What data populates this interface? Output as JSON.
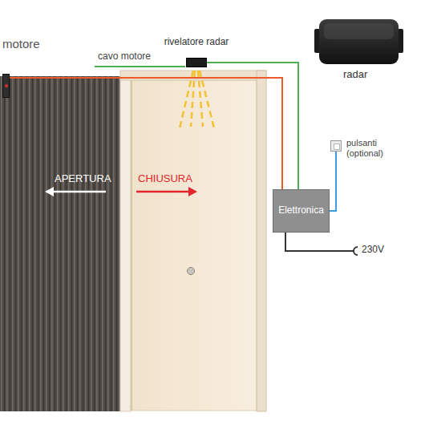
{
  "diagram": {
    "nodes": [
      {
        "text": [
          "motore"
        ]
      },
      {
        "text": [
          "rivelatore radar"
        ]
      },
      {
        "text": [
          "pulsanti (optional)"
        ]
      },
      {
        "text": [
          "Elettronica"
        ]
      }
    ],
    "edges": [
      {
        "from": 0,
        "to": 3,
        "arrow": "none"
      },
      {
        "from": 1,
        "to": 3,
        "arrow": "none"
      },
      {
        "from": 2,
        "to": 3,
        "arrow": "none"
      }
    ],
    "labels": [
      "cavo motore",
      "radar",
      "APERTURA",
      "CHIUSURA",
      "230V"
    ]
  }
}
